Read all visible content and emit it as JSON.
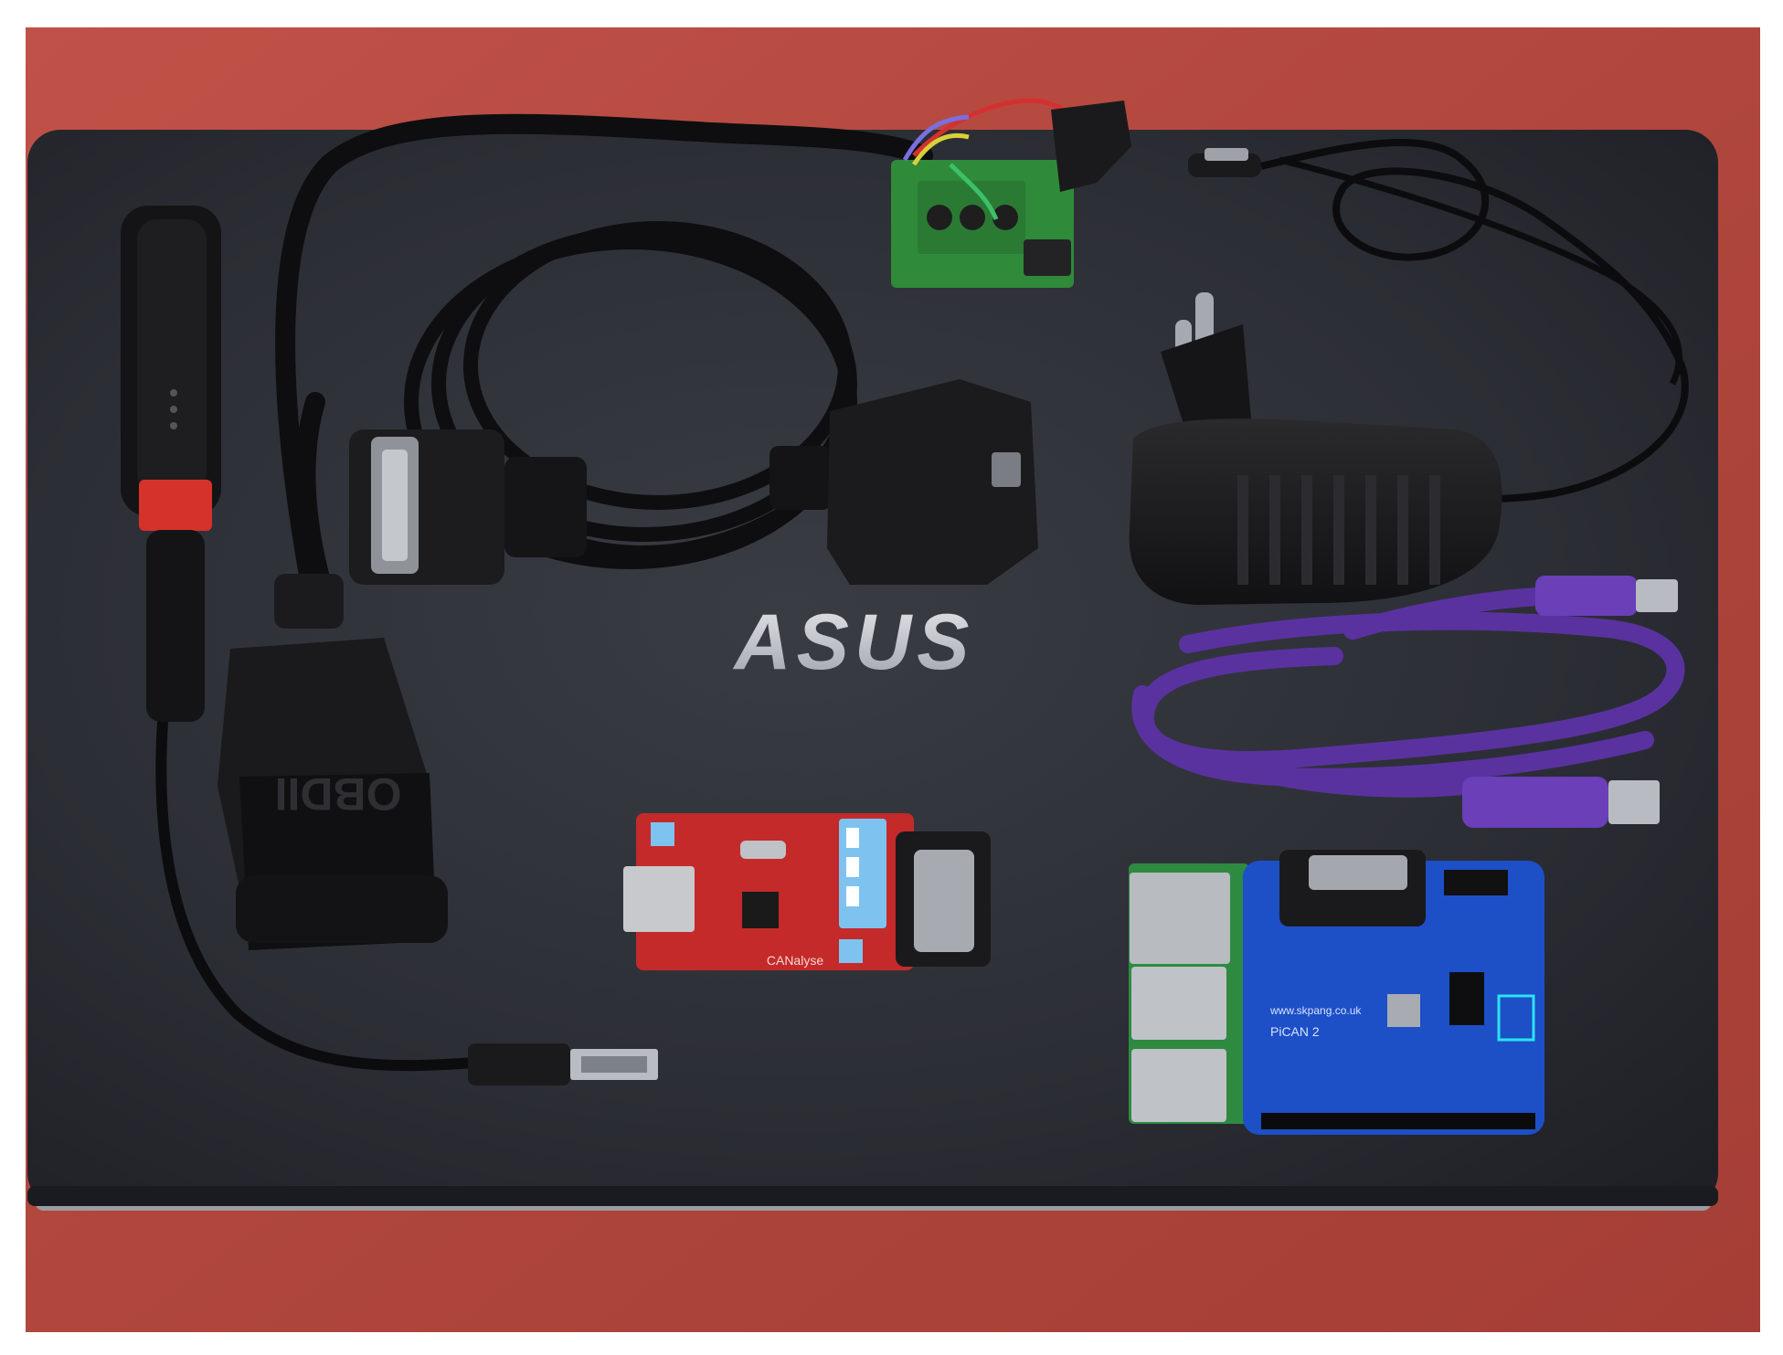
{
  "photo": {
    "subject": "OBD-II / CAN bus hardware kit laid out on a closed laptop lid",
    "laptop_brand_text": "ASUS",
    "obd_connector_text": "OBDII",
    "red_board_text": "CANalyse",
    "blue_board_text": "PiCAN 2",
    "blue_board_url_text": "www.skpang.co.uk",
    "colors": {
      "table": "#b0463c",
      "laptop_lid": "#2b2d34",
      "red_board": "#c42a2a",
      "blue_board": "#1d4fc7",
      "purple_cable": "#5a32a0",
      "green_terminal_block": "#2f8a3a"
    }
  }
}
